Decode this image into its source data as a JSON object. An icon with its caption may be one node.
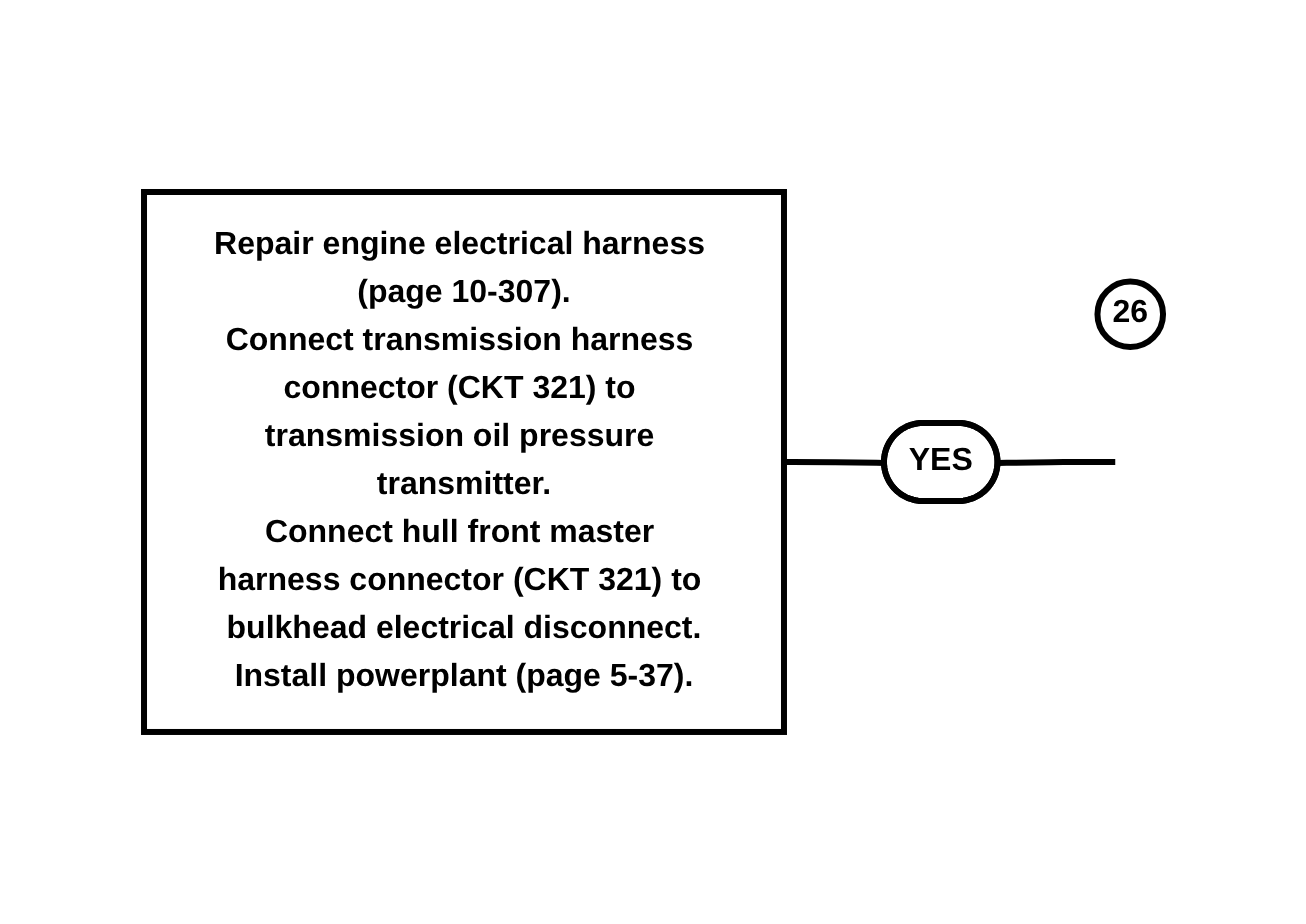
{
  "diagram": {
    "nodes": [
      {
        "text": [
          "26"
        ]
      },
      {
        "text": [
          "Repair engine electrical harness (page 10-307).",
          "Connect transmission harness connector (CKT 321) to transmission oil pressure transmitter.",
          "Connect hull front master harness connector (CKT 321) to bulkhead electrical disconnect.",
          "Install powerplant (page 5-37)."
        ]
      },
      {
        "text": [
          "YES"
        ]
      }
    ],
    "edges": [
      {
        "from": null,
        "to": 2,
        "arrow": "none"
      },
      {
        "from": 2,
        "to": 1,
        "arrow": "none"
      }
    ]
  }
}
